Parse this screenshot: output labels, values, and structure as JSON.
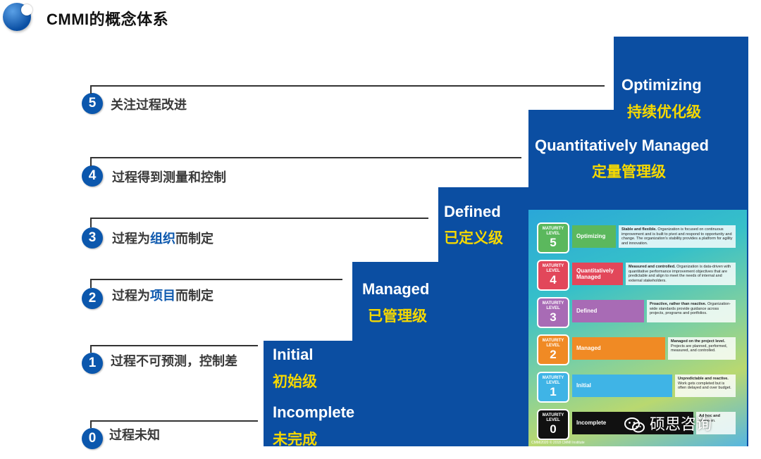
{
  "header": {
    "title": "CMMI的概念体系"
  },
  "levels": [
    {
      "num": "0",
      "text": "过程未知"
    },
    {
      "num": "1",
      "text": "过程不可预测，控制差"
    },
    {
      "num": "2",
      "pre": "过程为",
      "hl": "项目",
      "post": "而制定"
    },
    {
      "num": "3",
      "pre": "过程为",
      "hl": "组织",
      "post": "而制定"
    },
    {
      "num": "4",
      "text": "过程得到测量和控制"
    },
    {
      "num": "5",
      "text": "关注过程改进"
    }
  ],
  "stairs": [
    {
      "en": "Incomplete",
      "cn": "未完成"
    },
    {
      "en": "Initial",
      "cn": "初始级"
    },
    {
      "en": "Managed",
      "cn": "已管理级"
    },
    {
      "en": "Defined",
      "cn": "已定义级"
    },
    {
      "en": "Quantitatively Managed",
      "cn": "定量管理级"
    },
    {
      "en": "Optimizing",
      "cn": "持续优化级"
    }
  ],
  "poster": {
    "badge_label": "MATURITY LEVEL",
    "rows": [
      {
        "level": "5",
        "name": "Optimizing",
        "color": "#5bb85d",
        "bold": "Stable and flexible.",
        "desc": "Organization is focused on continuous improvement and is built to pivot and respond to opportunity and change. The organization's stability provides a platform for agility and innovation."
      },
      {
        "level": "4",
        "name": "Quantitatively Managed",
        "color": "#e2475a",
        "bold": "Measured and controlled.",
        "desc": "Organization is data-driven with quantitative performance improvement objectives that are predictable and align to meet the needs of internal and external stakeholders."
      },
      {
        "level": "3",
        "name": "Defined",
        "color": "#a86bb5",
        "bold": "Proactive, rather than reactive.",
        "desc": "Organization-wide standards provide guidance across projects, programs and portfolios."
      },
      {
        "level": "2",
        "name": "Managed",
        "color": "#f08a24",
        "bold": "Managed on the project level.",
        "desc": "Projects are planned, performed, measured, and controlled."
      },
      {
        "level": "1",
        "name": "Initial",
        "color": "#3fb4e6",
        "bold": "Unpredictable and reactive.",
        "desc": "Work gets completed but is often delayed and over budget."
      },
      {
        "level": "0",
        "name": "Incomplete",
        "color": "#111111",
        "bold": "Ad hoc and",
        "desc": "unknown."
      }
    ],
    "footer": "CMMI2020 © 2018 CMMI Institute"
  },
  "watermark": {
    "text": "硕思咨询"
  },
  "colors": {
    "stair": "#0b4ea2",
    "accent_yellow": "#f5d800",
    "badge_blue": "#0b57ad"
  }
}
